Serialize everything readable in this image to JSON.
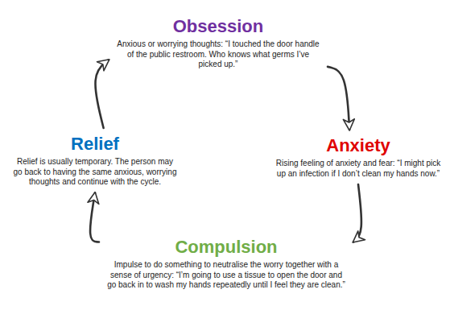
{
  "diagram": {
    "nodes": [
      {
        "text": [
          "Obsession",
          "Anxious or worrying thoughts: “I touched the door handle of the public restroom. Who knows what germs I’ve picked up.”"
        ]
      },
      {
        "text": [
          "Relief",
          "Relief is usually temporary. The person may go back to having the same anxious, worrying thoughts and continue with the cycle."
        ]
      },
      {
        "text": [
          "Anxiety",
          "Rising feeling of anxiety and fear: “I might pick up an infection if I don’t clean my hands now.”"
        ]
      },
      {
        "text": [
          "Compulsion",
          "Impulse to do something to neutralise the worry together with a sense of urgency: “I’m going to use a tissue to open the door and go back in to wash my hands repeatedly until I feel they are clean.”"
        ]
      }
    ],
    "edges": [
      {
        "from": 0,
        "to": 2,
        "arrow": "to"
      },
      {
        "from": 2,
        "to": 3,
        "arrow": "to"
      },
      {
        "from": 3,
        "to": 1,
        "arrow": "to"
      },
      {
        "from": 1,
        "to": 0,
        "arrow": "to"
      }
    ]
  }
}
